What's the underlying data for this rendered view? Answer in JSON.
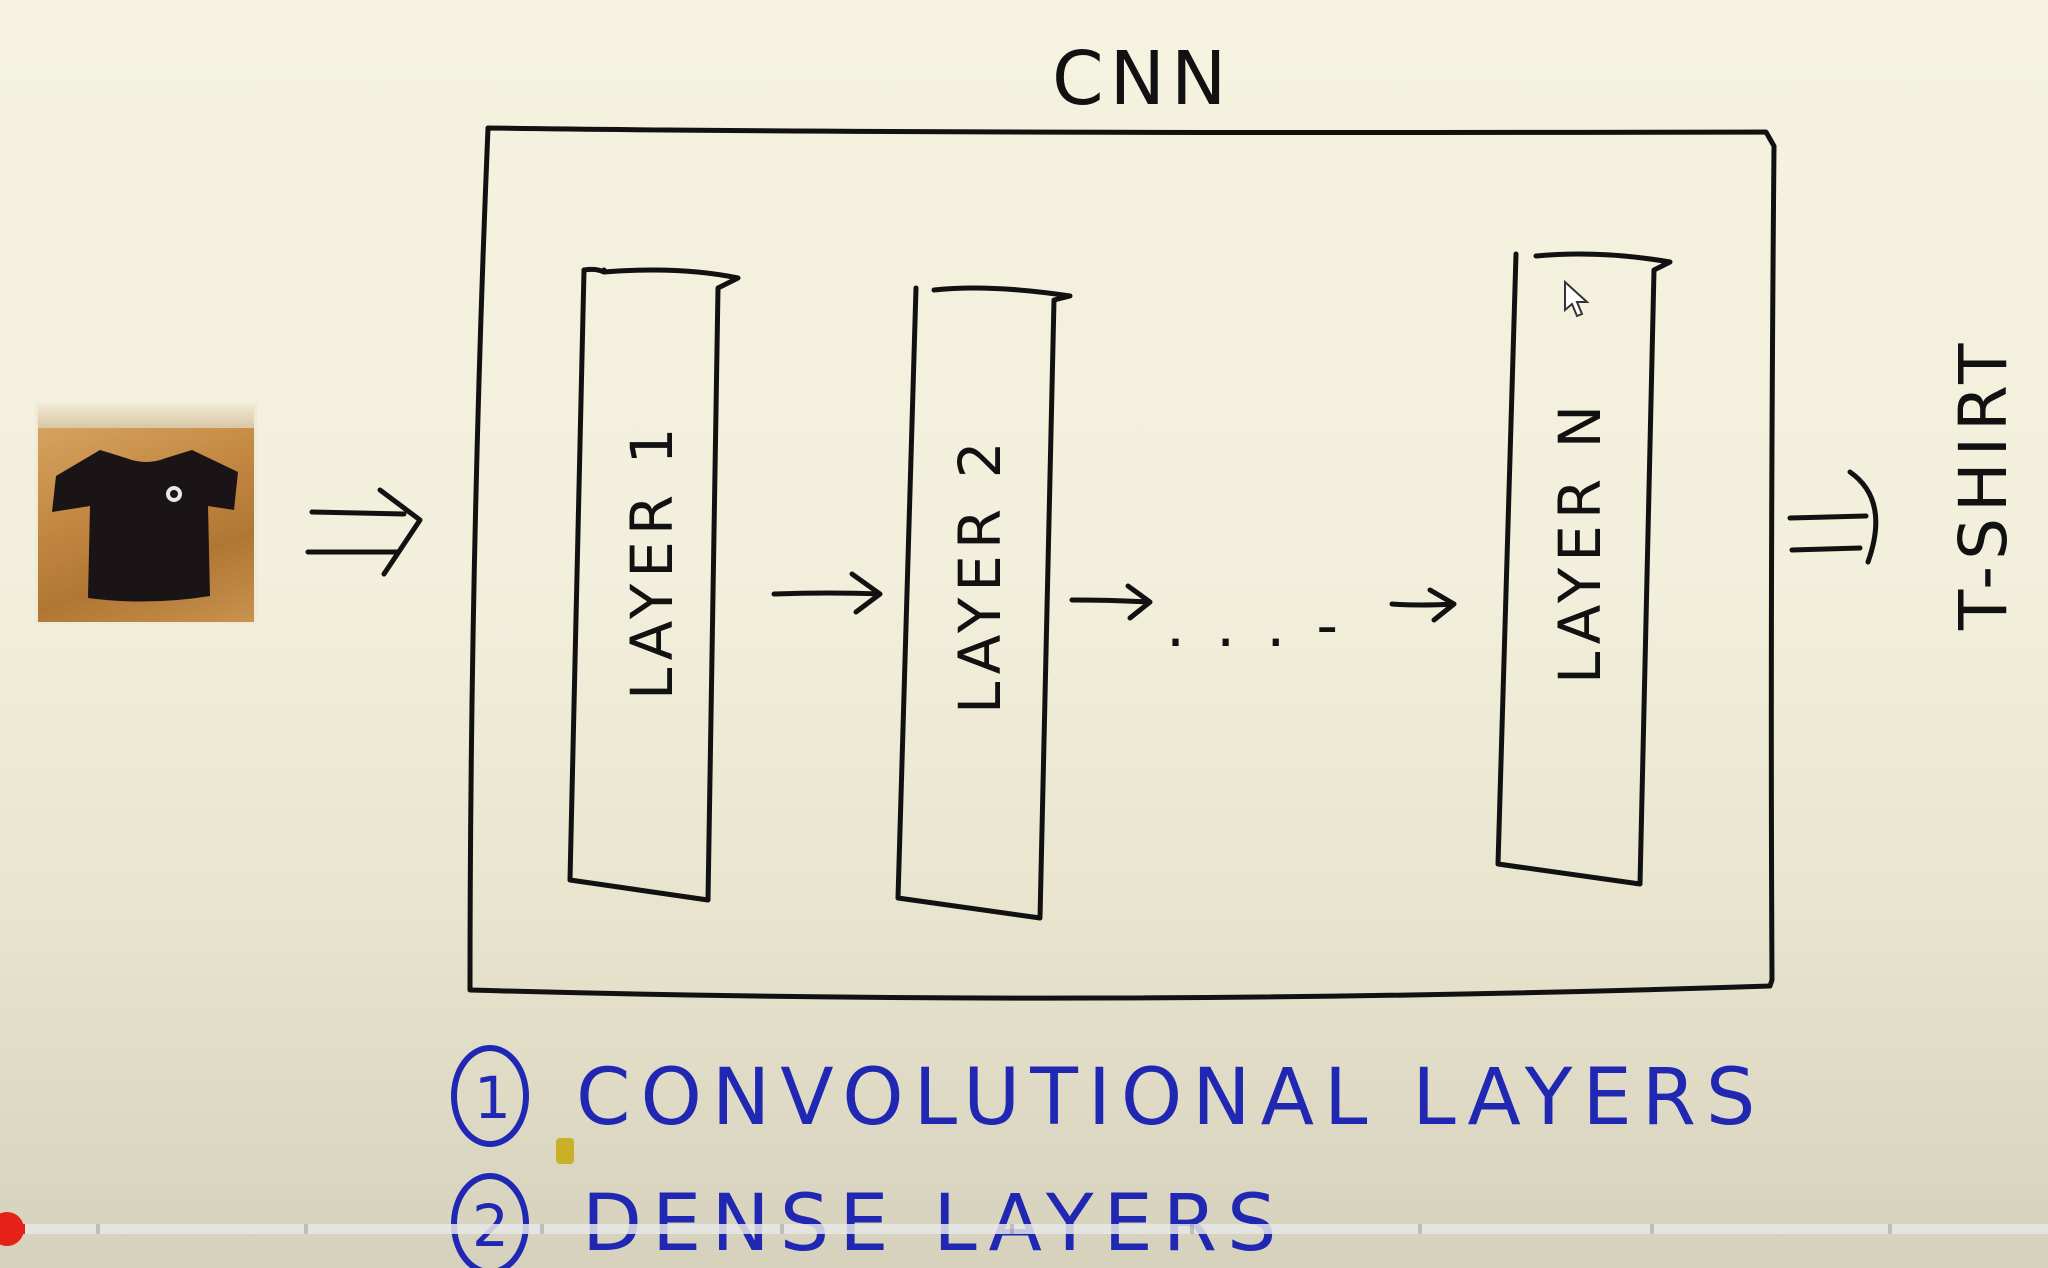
{
  "diagram": {
    "title": "CNN",
    "layers": [
      {
        "label": "LAYER 1"
      },
      {
        "label": "LAYER 2"
      },
      {
        "label": "LAYER N"
      }
    ],
    "ellipsis": ". . . -",
    "output_label": "T-SHIRT",
    "input_image": "t-shirt-photo"
  },
  "notes": {
    "item1_number": "1",
    "item1_text": "CONVOLUTIONAL LAYERS",
    "item2_number": "2",
    "item2_text": "DENSE LAYERS"
  },
  "player": {
    "progress": 0.012,
    "accent_color": "#e62117"
  },
  "colors": {
    "ink": "#111111",
    "annotation": "#1f27b3",
    "paper": "#f3f1e3"
  }
}
